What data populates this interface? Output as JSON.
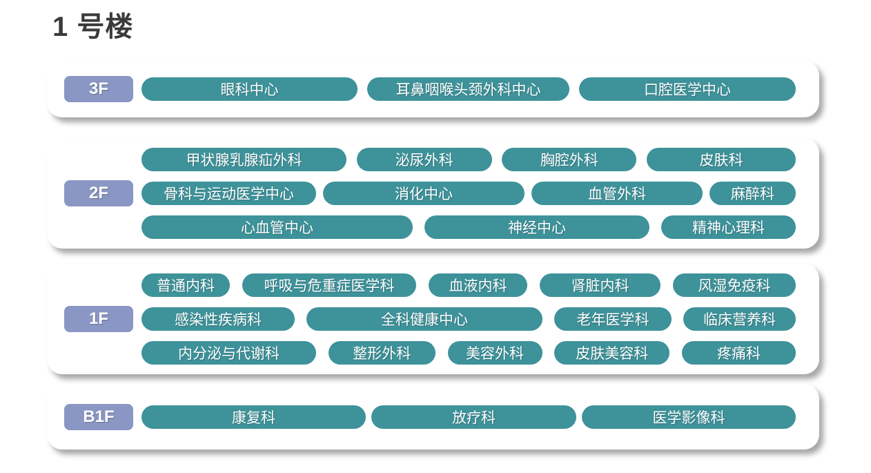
{
  "page": {
    "title": "1 号楼"
  },
  "colors": {
    "pill_teal": "#3e929a",
    "floor_badge_blue": "#8a96c3",
    "title_text": "#3b3b3b",
    "card_background": "#ffffff",
    "pill_text": "#ffffff"
  },
  "floors": [
    {
      "label": "3F",
      "rows": [
        [
          "眼科中心",
          "耳鼻咽喉头颈外科中心",
          "口腔医学中心"
        ]
      ]
    },
    {
      "label": "2F",
      "rows": [
        [
          "甲状腺乳腺疝外科",
          "泌尿外科",
          "胸腔外科",
          "皮肤科"
        ],
        [
          "骨科与运动医学中心",
          "消化中心",
          "血管外科",
          "麻醉科"
        ],
        [
          "心血管中心",
          "神经中心",
          "精神心理科"
        ]
      ]
    },
    {
      "label": "1F",
      "rows": [
        [
          "普通内科",
          "呼吸与危重症医学科",
          "血液内科",
          "肾脏内科",
          "风湿免疫科"
        ],
        [
          "感染性疾病科",
          "全科健康中心",
          "老年医学科",
          "临床营养科"
        ],
        [
          "内分泌与代谢科",
          "整形外科",
          "美容外科",
          "皮肤美容科",
          "疼痛科"
        ]
      ]
    },
    {
      "label": "B1F",
      "rows": [
        [
          "康复科",
          "放疗科",
          "医学影像科"
        ]
      ]
    }
  ]
}
